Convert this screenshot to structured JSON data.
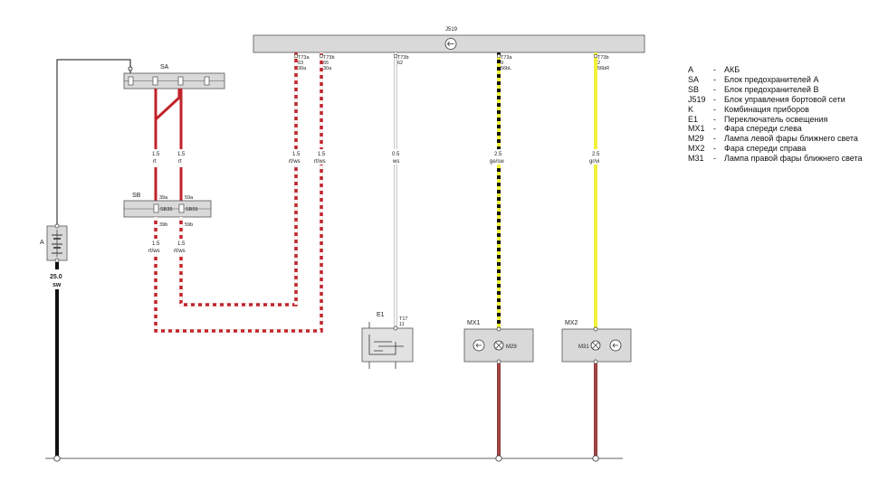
{
  "components": {
    "j519": "J519",
    "sa": "SA",
    "sb": "SB",
    "a": "A",
    "e1": "E1",
    "mx1": "MX1",
    "mx2": "MX2",
    "m29": "M29",
    "m31": "M31",
    "sb39": "SB39",
    "sb59": "SB59"
  },
  "pins": {
    "j1_a": "T73a",
    "j1_b": "63",
    "j1_c": "30a",
    "j2_a": "T73b",
    "j2_b": "65",
    "j2_c": "30a",
    "j3_a": "T73b",
    "j3_b": "62",
    "j4_a": "T73a",
    "j4_b": "9",
    "j4_c": "56bL",
    "j5_a": "T73b",
    "j5_b": "2",
    "j5_c": "56bR",
    "sb_in1": "39a",
    "sb_in2": "59a",
    "sb_out1": "39b",
    "sb_out2": "59b",
    "e1_a": "T17",
    "e1_b": "11"
  },
  "wires": {
    "sa_left_size": "1.5",
    "sa_left_color": "rt",
    "sa_right_size": "1.5",
    "sa_right_color": "rt",
    "sb_left_size": "1.5",
    "sb_left_color": "rt/ws",
    "sb_right_size": "1.5",
    "sb_right_color": "rt/ws",
    "j1_size": "1.5",
    "j1_color": "rt/ws",
    "j2_size": "1.5",
    "j2_color": "rt/ws",
    "j3_size": "0.5",
    "j3_color": "ws",
    "j4_size": "2.5",
    "j4_color": "ge/sw",
    "j5_size": "2.5",
    "j5_color": "gr/vi",
    "bat_size": "25.0",
    "bat_color": "sw"
  },
  "legend": [
    {
      "code": "A",
      "desc": "АКБ"
    },
    {
      "code": "SA",
      "desc": "Блок предохранителей A"
    },
    {
      "code": "SB",
      "desc": "Блок предохранителей B"
    },
    {
      "code": "J519",
      "desc": "Блок управления бортовой сети"
    },
    {
      "code": "K",
      "desc": "Комбинация приборов"
    },
    {
      "code": "E1",
      "desc": "Переключатель освещения"
    },
    {
      "code": "MX1",
      "desc": "Фара спереди слева"
    },
    {
      "code": "M29",
      "desc": "Лампа левой фары ближнего света"
    },
    {
      "code": "MX2",
      "desc": "Фара спереди справа"
    },
    {
      "code": "M31",
      "desc": "Лампа правой фары ближнего света"
    }
  ],
  "colors": {
    "red": "#c0232a",
    "red_dark": "#8b3a3a",
    "yellow": "#f2f23a",
    "white_wire": "#ffffff",
    "black": "#111111",
    "box_fill": "#d9d9d9",
    "box_stroke": "#555555"
  }
}
